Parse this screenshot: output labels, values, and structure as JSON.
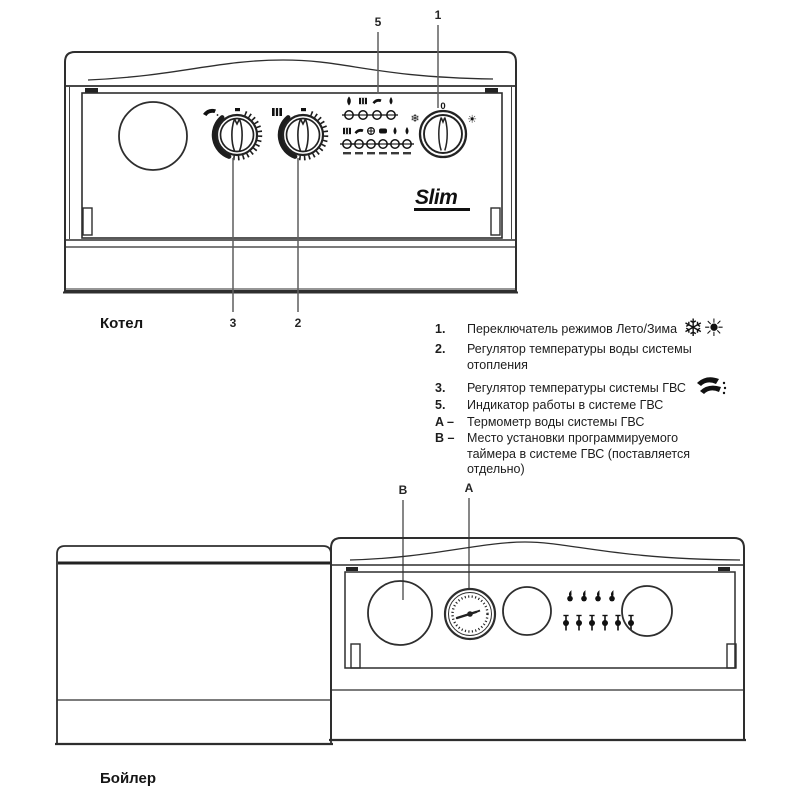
{
  "colors": {
    "line": "#2e2e2e",
    "callout_line": "#5f5f5f",
    "text": "#1c1c1c"
  },
  "boiler_diagram": {
    "label": "Котел",
    "brand_logo": "Slim",
    "selector_zero": "0",
    "callout_5": "5",
    "callout_1": "1",
    "callout_3": "3",
    "callout_2": "2",
    "knob_icons": {
      "dhw_knob": "tap",
      "heating_knob": "radiator"
    },
    "selector_icons": {
      "left": "snowflake",
      "right": "sun"
    },
    "indicator_icons_top_row": [
      "flame",
      "radiator",
      "tap",
      "drop"
    ],
    "indicator_icons_bottom_row": [
      "radiator",
      "tap",
      "fan",
      "pump",
      "drop",
      "drop"
    ]
  },
  "tank_diagram": {
    "label": "Бойлер",
    "callout_B": "B",
    "callout_A": "A"
  },
  "icon_glyphs": {
    "snowflake": "❄",
    "sun": "☀"
  },
  "legend": {
    "items": [
      {
        "num": "1.",
        "text": "Переключатель режимов Лето/Зима",
        "icons": [
          "snowflake",
          "sun"
        ]
      },
      {
        "num": "2.",
        "text": "Регулятор температуры воды системы отопления",
        "icons": []
      },
      {
        "num": "3.",
        "text": "Регулятор температуры системы ГВС",
        "icons": [
          "tap"
        ]
      },
      {
        "num": "5.",
        "text": "Индикатор работы в системе ГВС",
        "icons": []
      },
      {
        "num": "A –",
        "text": "Термометр воды системы ГВС",
        "icons": []
      },
      {
        "num": "B –",
        "text": "Место установки программируемого таймера в системе ГВС (поставляется отдельно)",
        "icons": []
      }
    ]
  }
}
